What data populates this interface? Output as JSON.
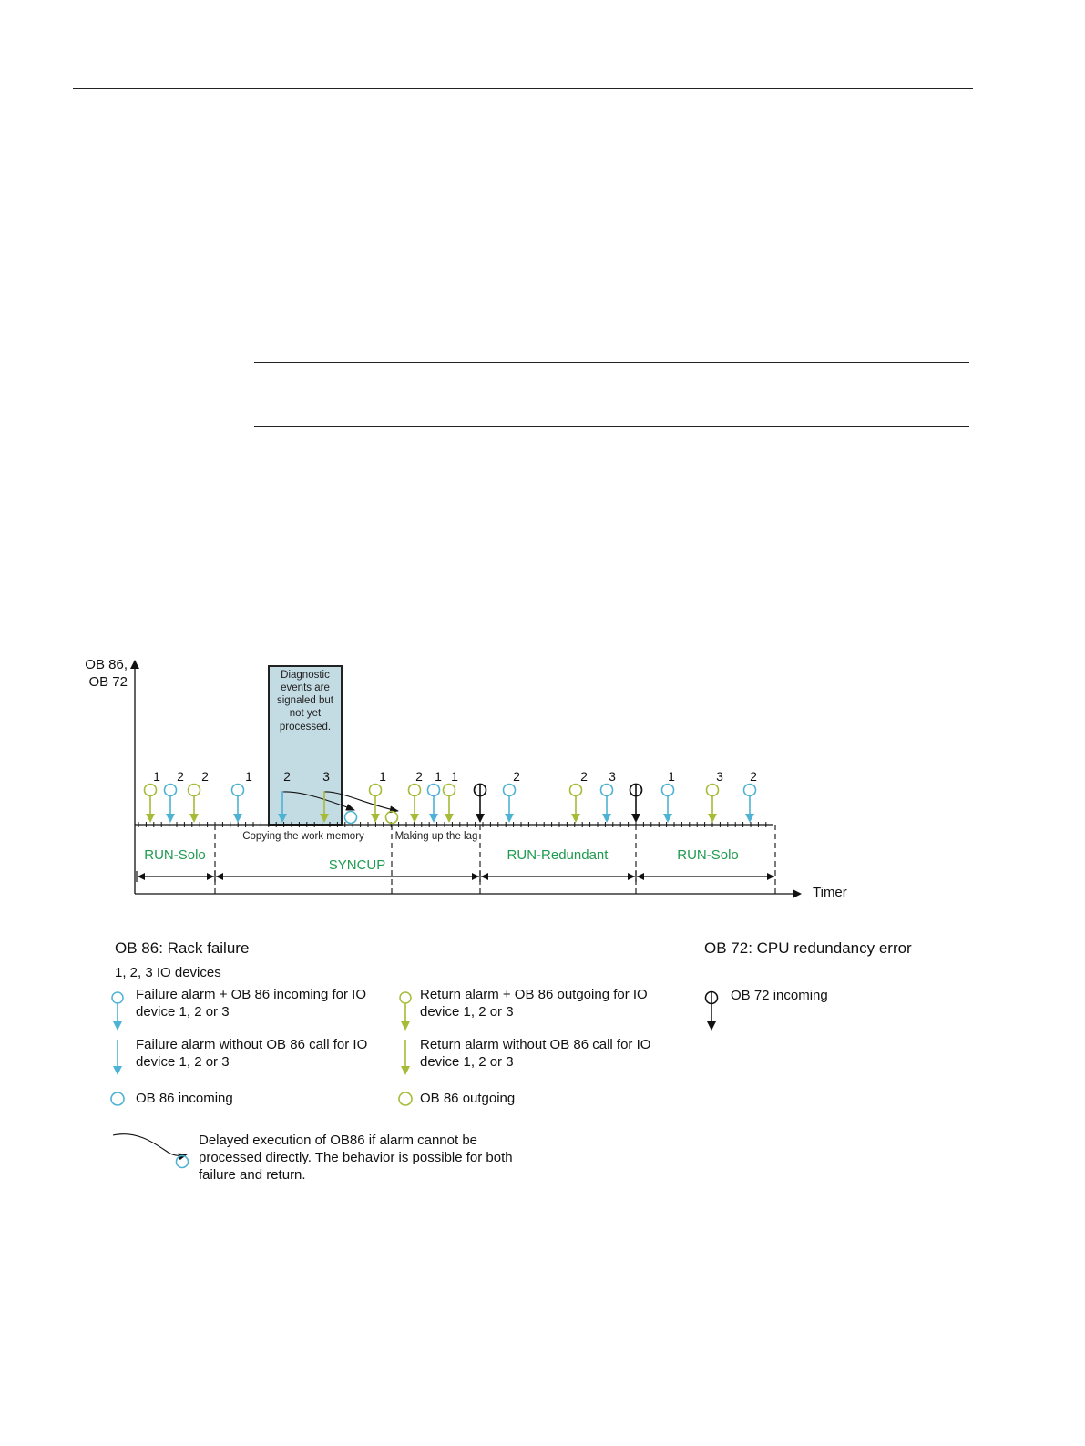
{
  "colors": {
    "failure": "#4db3d4",
    "return": "#a6bb38",
    "cpu": "#111111",
    "mode_text": "#1f9a50",
    "highlight_fill": "#c3dbe3"
  },
  "diagram": {
    "y_axis_label_line1": "OB 86,",
    "y_axis_label_line2": "OB 72",
    "x_axis_label": "Timer",
    "highlight_note": [
      "Diagnostic",
      "events are",
      "signaled but",
      "not yet",
      "processed."
    ],
    "phase_copy": "Copying the work memory",
    "phase_lag": "Making up the lag",
    "modes": {
      "run_solo_1": "RUN-Solo",
      "syncup": "SYNCUP",
      "run_redundant": "RUN-Redundant",
      "run_solo_2": "RUN-Solo"
    },
    "events": [
      {
        "label": "1",
        "kind": "return"
      },
      {
        "label": "2",
        "kind": "failure"
      },
      {
        "label": "2",
        "kind": "return"
      },
      {
        "label": "1",
        "kind": "failure"
      },
      {
        "label": "2",
        "kind": "failure-delayed"
      },
      {
        "label": "3",
        "kind": "return-delayed"
      },
      {
        "label": "1",
        "kind": "return"
      },
      {
        "label": "2",
        "kind": "return"
      },
      {
        "label": "1",
        "kind": "failure"
      },
      {
        "label": "1",
        "kind": "return"
      },
      {
        "label": "",
        "kind": "cpu"
      },
      {
        "label": "2",
        "kind": "failure"
      },
      {
        "label": "2",
        "kind": "return"
      },
      {
        "label": "3",
        "kind": "failure"
      },
      {
        "label": "",
        "kind": "cpu"
      },
      {
        "label": "1",
        "kind": "failure"
      },
      {
        "label": "3",
        "kind": "return"
      },
      {
        "label": "2",
        "kind": "failure"
      }
    ]
  },
  "legend": {
    "ob86_title": "OB 86: Rack failure",
    "ob86_subtitle": "1, 2, 3 IO devices",
    "failure_with_ob86": [
      "Failure alarm + OB 86 incoming for IO",
      "device 1, 2 or 3"
    ],
    "failure_without_ob86": [
      "Failure alarm without OB 86 call for IO",
      "device 1, 2 or 3"
    ],
    "ob86_incoming": "OB 86 incoming",
    "return_with_ob86": [
      "Return alarm + OB 86 outgoing for IO",
      "device 1, 2 or 3"
    ],
    "return_without_ob86": [
      "Return alarm without OB 86 call for IO",
      "device 1, 2 or 3"
    ],
    "ob86_outgoing": "OB 86 outgoing",
    "delayed": [
      "Delayed execution of OB86 if alarm cannot be",
      "processed directly. The behavior is possible for both",
      "failure and return."
    ],
    "ob72_title": "OB 72: CPU redundancy error",
    "ob72_incoming": "OB 72 incoming"
  }
}
